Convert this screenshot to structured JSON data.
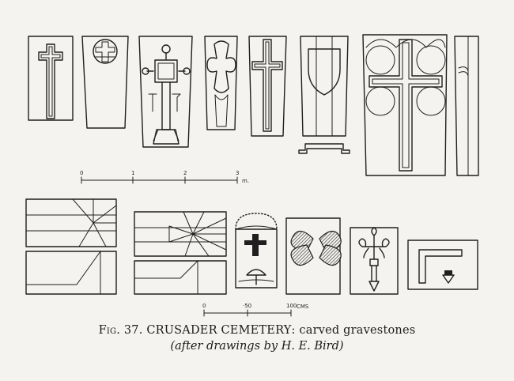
{
  "caption": {
    "figure_label": "Fig. 37.",
    "title": "CRUSADER CEMETERY",
    "title_suffix": ": carved gravestones",
    "credit_open": "(",
    "credit_italic": "after drawings by",
    "credit_name": "H. E. Bird",
    "credit_close": ")"
  },
  "scale_top": {
    "ticks": [
      "0",
      "1",
      "2",
      "3"
    ],
    "unit": "m."
  },
  "scale_bottom": {
    "ticks": [
      "0",
      "·50",
      "100"
    ],
    "unit": "CMS"
  },
  "colors": {
    "paper": "#f4f3ef",
    "ink": "#1f1f1f"
  }
}
